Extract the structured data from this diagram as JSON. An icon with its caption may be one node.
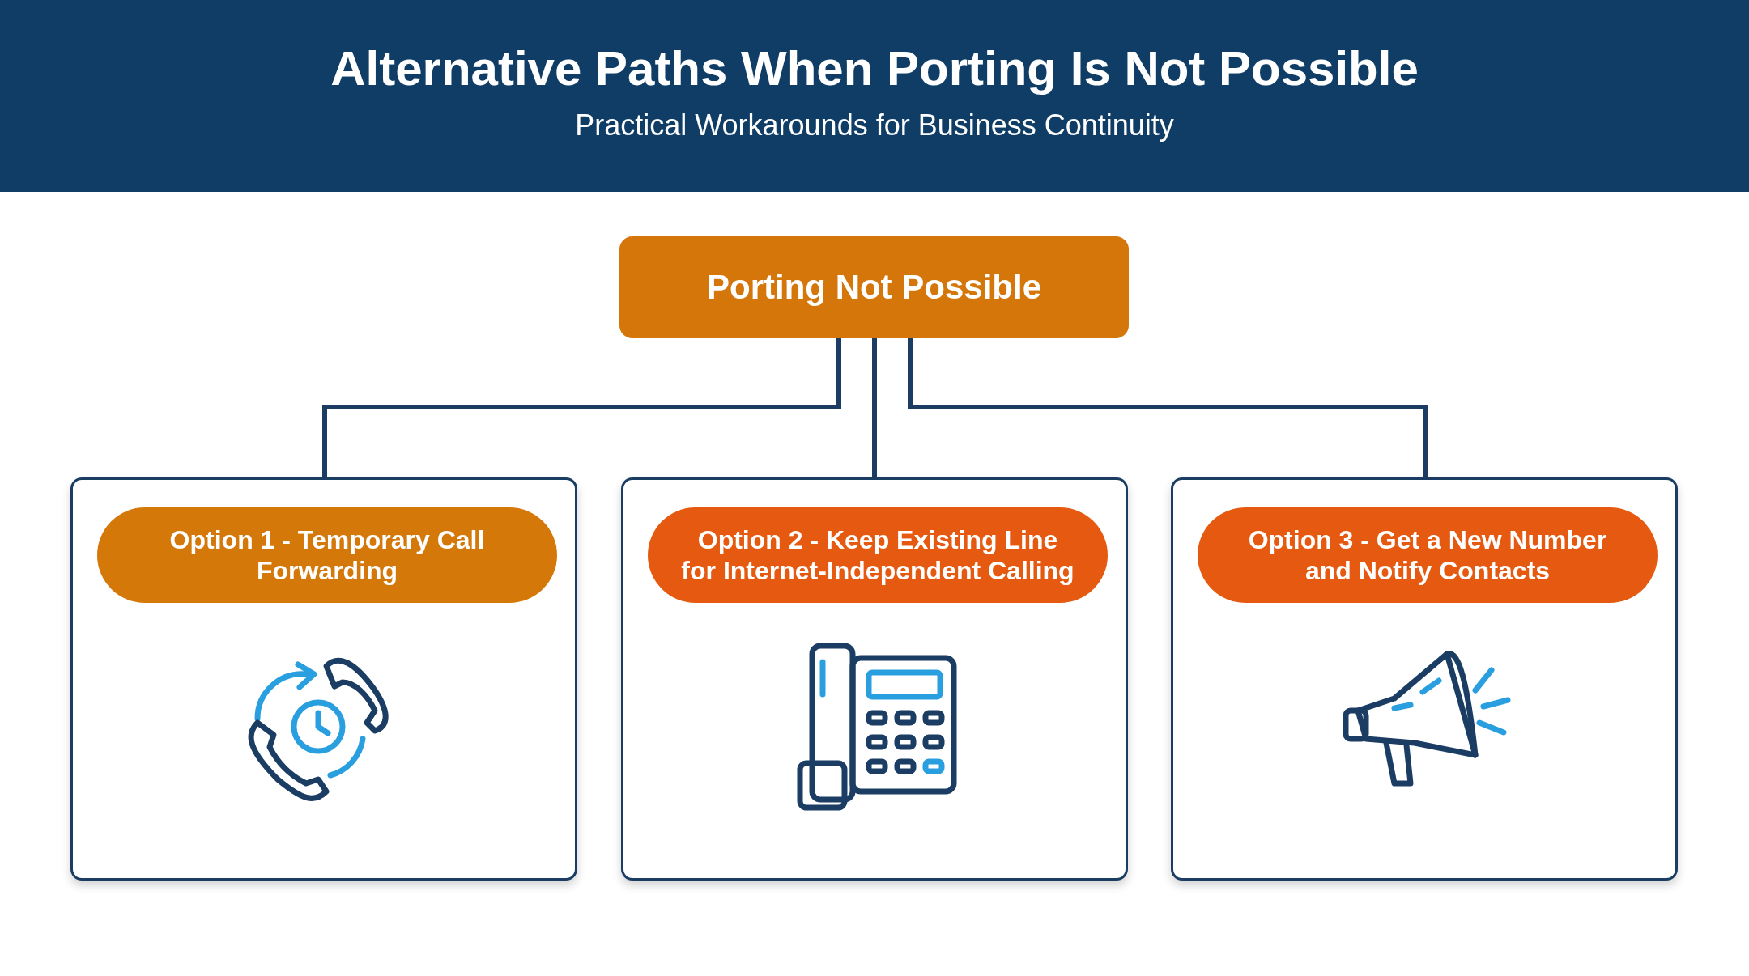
{
  "diagram": {
    "title": "Alternative Paths When Porting Is Not Possible",
    "nodes": [
      {
        "text": [
          "Porting Not Possible"
        ]
      },
      {
        "text": [],
        "shape": "box"
      },
      {
        "text": [
          "Option 1 - Temporary Call Forwarding"
        ],
        "in": 1
      },
      {
        "text": [],
        "shape": "box"
      },
      {
        "text": [
          "Option 2 - Keep Existing Line for Internet-Independent Calling"
        ],
        "in": 3
      },
      {
        "text": [],
        "shape": "box"
      },
      {
        "text": [
          "Option 3 - Get a New Number and Notify Contacts"
        ],
        "in": 5
      }
    ],
    "edges": [
      {
        "from": 0,
        "to": 1,
        "arrow": "none"
      },
      {
        "from": 0,
        "to": 3,
        "arrow": "none"
      },
      {
        "from": 0,
        "to": 5,
        "arrow": "none"
      }
    ],
    "labels": [
      "Practical Workarounds for Business Continuity"
    ]
  }
}
